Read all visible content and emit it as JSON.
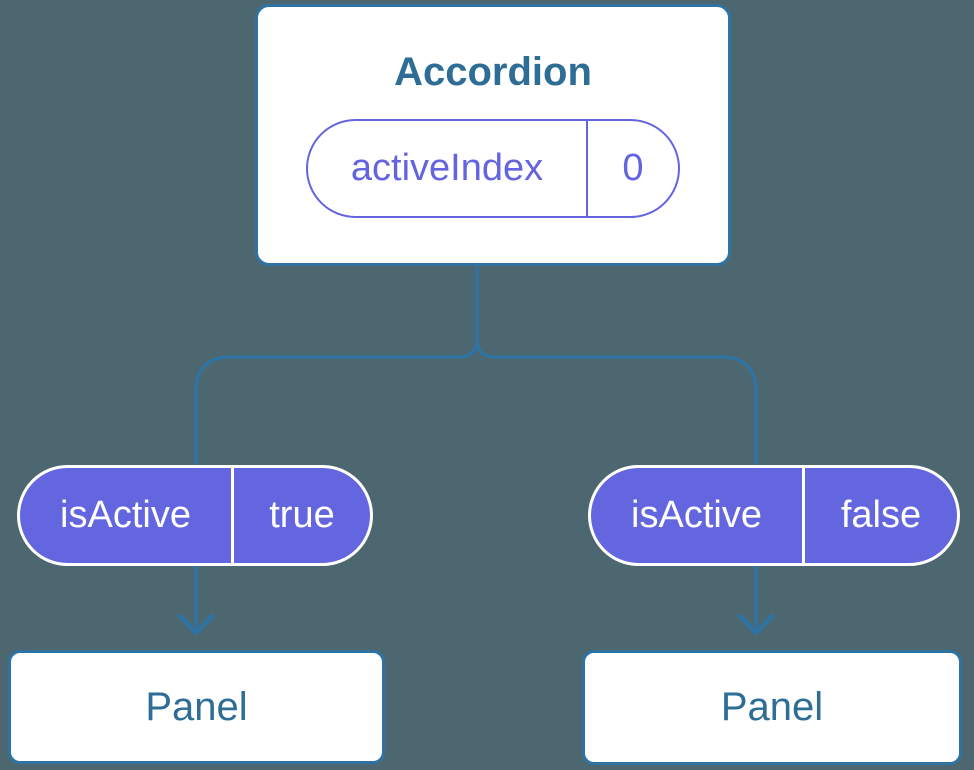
{
  "colors": {
    "background": "#4D6771",
    "connector_line": "#2E73A3",
    "component_text": "#2E6D96",
    "state_purple": "#6464E0",
    "prop_pill_fill": "#6366DF",
    "pill_text_on_purple": "#FFFFFF",
    "card_background": "#FFFFFF"
  },
  "tree": {
    "root": {
      "title": "Accordion",
      "prop_name": "activeIndex",
      "prop_value": "0"
    },
    "children": [
      {
        "prop_name": "isActive",
        "prop_value": "true",
        "label": "Panel"
      },
      {
        "prop_name": "isActive",
        "prop_value": "false",
        "label": "Panel"
      }
    ]
  }
}
